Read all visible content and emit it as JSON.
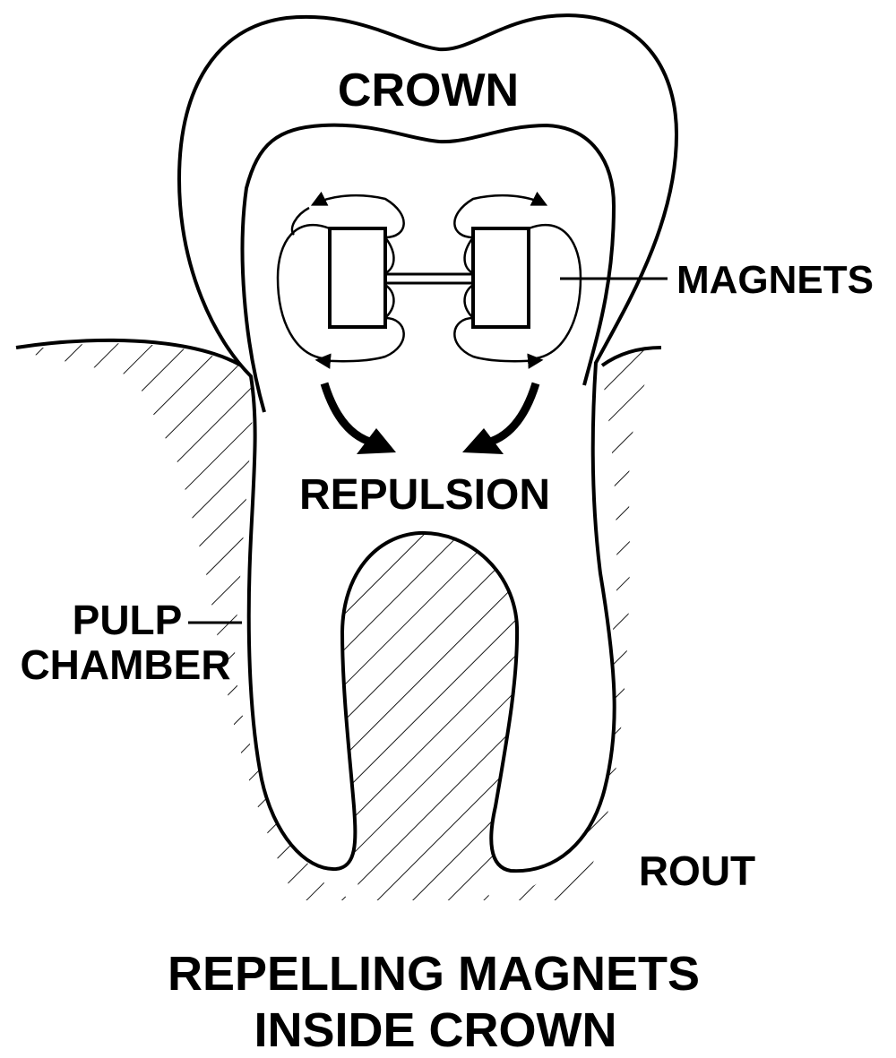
{
  "labels": {
    "crown": "CROWN",
    "magnets": "MAGNETS",
    "repulsion": "REPULSION",
    "pulp_line1": "PULP",
    "pulp_line2": "CHAMBER",
    "rout": "ROUT"
  },
  "caption": {
    "line1": "REPELLING MAGNETS",
    "line2": "INSIDE CROWN"
  },
  "colors": {
    "ink": "#000000",
    "background": "#ffffff"
  }
}
